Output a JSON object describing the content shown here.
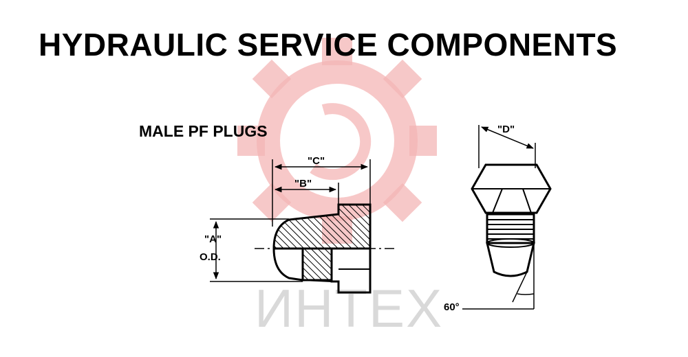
{
  "title": "HYDRAULIC SERVICE COMPONENTS",
  "section_title": "MALE PF PLUGS",
  "dimensions": {
    "a": "\"A\"",
    "od": "O.D.",
    "b": "\"B\"",
    "c": "\"C\"",
    "d": "\"D\"",
    "angle": "60°"
  },
  "watermark": {
    "text": "ИНТЕХ",
    "color": "#f4b6b6"
  },
  "colors": {
    "line": "#000000",
    "background": "#ffffff"
  }
}
